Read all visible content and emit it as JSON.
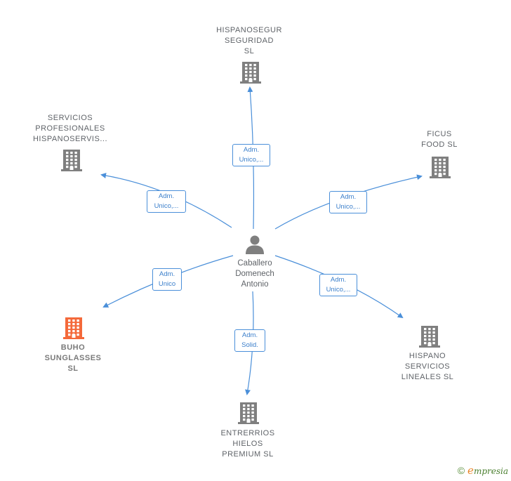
{
  "center": {
    "label": "Caballero\nDomenech\nAntonio",
    "icon": "person-icon"
  },
  "nodes": [
    {
      "id": "hispanoseguridad",
      "label": "HISPANOSEGUR\nSEGURIDAD\nSL",
      "icon": "building-icon",
      "color": "#7f7f7f"
    },
    {
      "id": "servicios",
      "label": "SERVICIOS\nPROFESIONALES\nHISPANOSERVIS...",
      "icon": "building-icon",
      "color": "#7f7f7f"
    },
    {
      "id": "ficus",
      "label": "FICUS\nFOOD  SL",
      "icon": "building-icon",
      "color": "#7f7f7f"
    },
    {
      "id": "buho",
      "label": "BUHO\nSUNGLASSES\nSL",
      "icon": "building-icon",
      "color": "#f4693a"
    },
    {
      "id": "hispano",
      "label": "HISPANO\nSERVICIOS\nLINEALES  SL",
      "icon": "building-icon",
      "color": "#7f7f7f"
    },
    {
      "id": "entrerrios",
      "label": "ENTRERRIOS\nHIELOS\nPREMIUM  SL",
      "icon": "building-icon",
      "color": "#7f7f7f"
    }
  ],
  "edges": [
    {
      "to": "hispanoseguridad",
      "label": "Adm.\nUnico,..."
    },
    {
      "to": "servicios",
      "label": "Adm.\nUnico,..."
    },
    {
      "to": "ficus",
      "label": "Adm.\nUnico,..."
    },
    {
      "to": "buho",
      "label": "Adm.\nUnico"
    },
    {
      "to": "hispano",
      "label": "Adm.\nUnico,..."
    },
    {
      "to": "entrerrios",
      "label": "Adm.\nSolid."
    }
  ],
  "colors": {
    "edge": "#4a8fd9",
    "building": "#7f7f7f",
    "highlight": "#f4693a",
    "person": "#7f7f7f"
  },
  "footer": {
    "copyright": "©",
    "brand_initial": "e",
    "brand_rest": "mpresia"
  }
}
